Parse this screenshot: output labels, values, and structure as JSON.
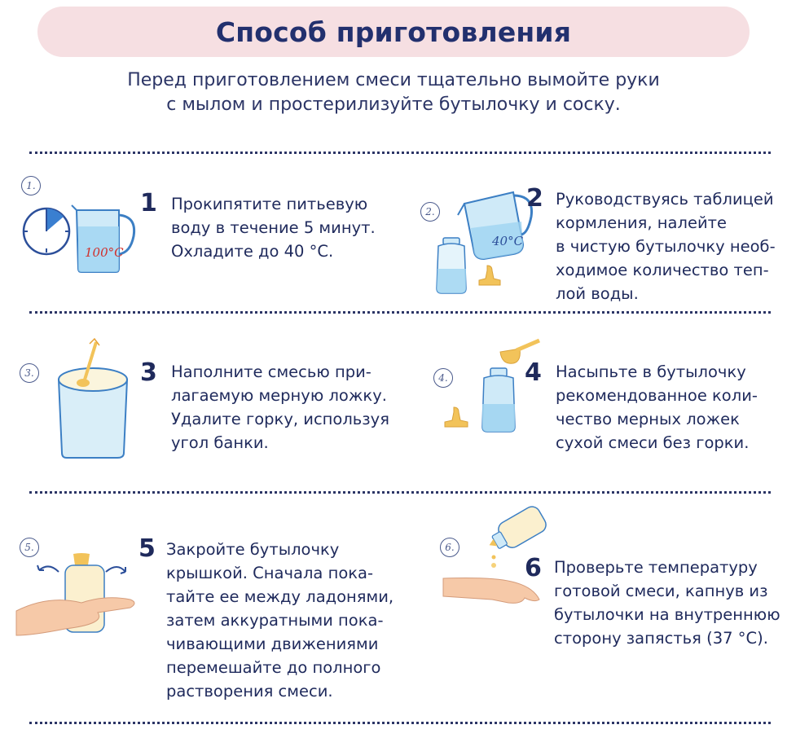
{
  "title": "Способ приготовления",
  "intro": {
    "line1": "Перед приготовлением смеси тщательно вымойте руки",
    "line2": "с мылом и простерилизуйте бутылочку и соску."
  },
  "steps": [
    {
      "badge": "1.",
      "number": "1",
      "lines": [
        "Прокипятите питьевую",
        "воду в течение 5 минут.",
        "Охладите до 40 °C."
      ],
      "illustration_label": "100°C"
    },
    {
      "badge": "2.",
      "number": "2",
      "lines": [
        "Руководствуясь таблицей",
        "кормления, налейте",
        "в чистую бутылочку необ-",
        "ходимое количество теп-",
        "лой воды."
      ],
      "illustration_label": "40°C"
    },
    {
      "badge": "3.",
      "number": "3",
      "lines": [
        "Наполните смесью при-",
        "лагаемую мерную ложку.",
        "Удалите горку, используя",
        "угол банки."
      ]
    },
    {
      "badge": "4.",
      "number": "4",
      "lines": [
        "Насыпьте в бутылочку",
        "рекомендованное коли-",
        "чество мерных ложек",
        "сухой смеси без горки."
      ]
    },
    {
      "badge": "5.",
      "number": "5",
      "lines": [
        "Закройте бутылочку",
        "крышкой. Сначала пока-",
        "тайте ее между ладонями,",
        "затем аккуратными пока-",
        "чивающими движениями",
        "перемешайте до полного",
        "растворения смеси."
      ]
    },
    {
      "badge": "6.",
      "number": "6",
      "lines": [
        "Проверьте температуру",
        "готовой смеси, капнув из",
        "бутылочки на внутреннюю",
        "сторону запястья (37 °C)."
      ]
    }
  ],
  "colors": {
    "navy": "#1f2a5c",
    "pill": "#f6dfe2",
    "water_blue": "#bfe3f5",
    "outline_blue": "#3c7fc4",
    "nipple_yellow": "#f2c35a",
    "skin": "#f6c9a8"
  }
}
